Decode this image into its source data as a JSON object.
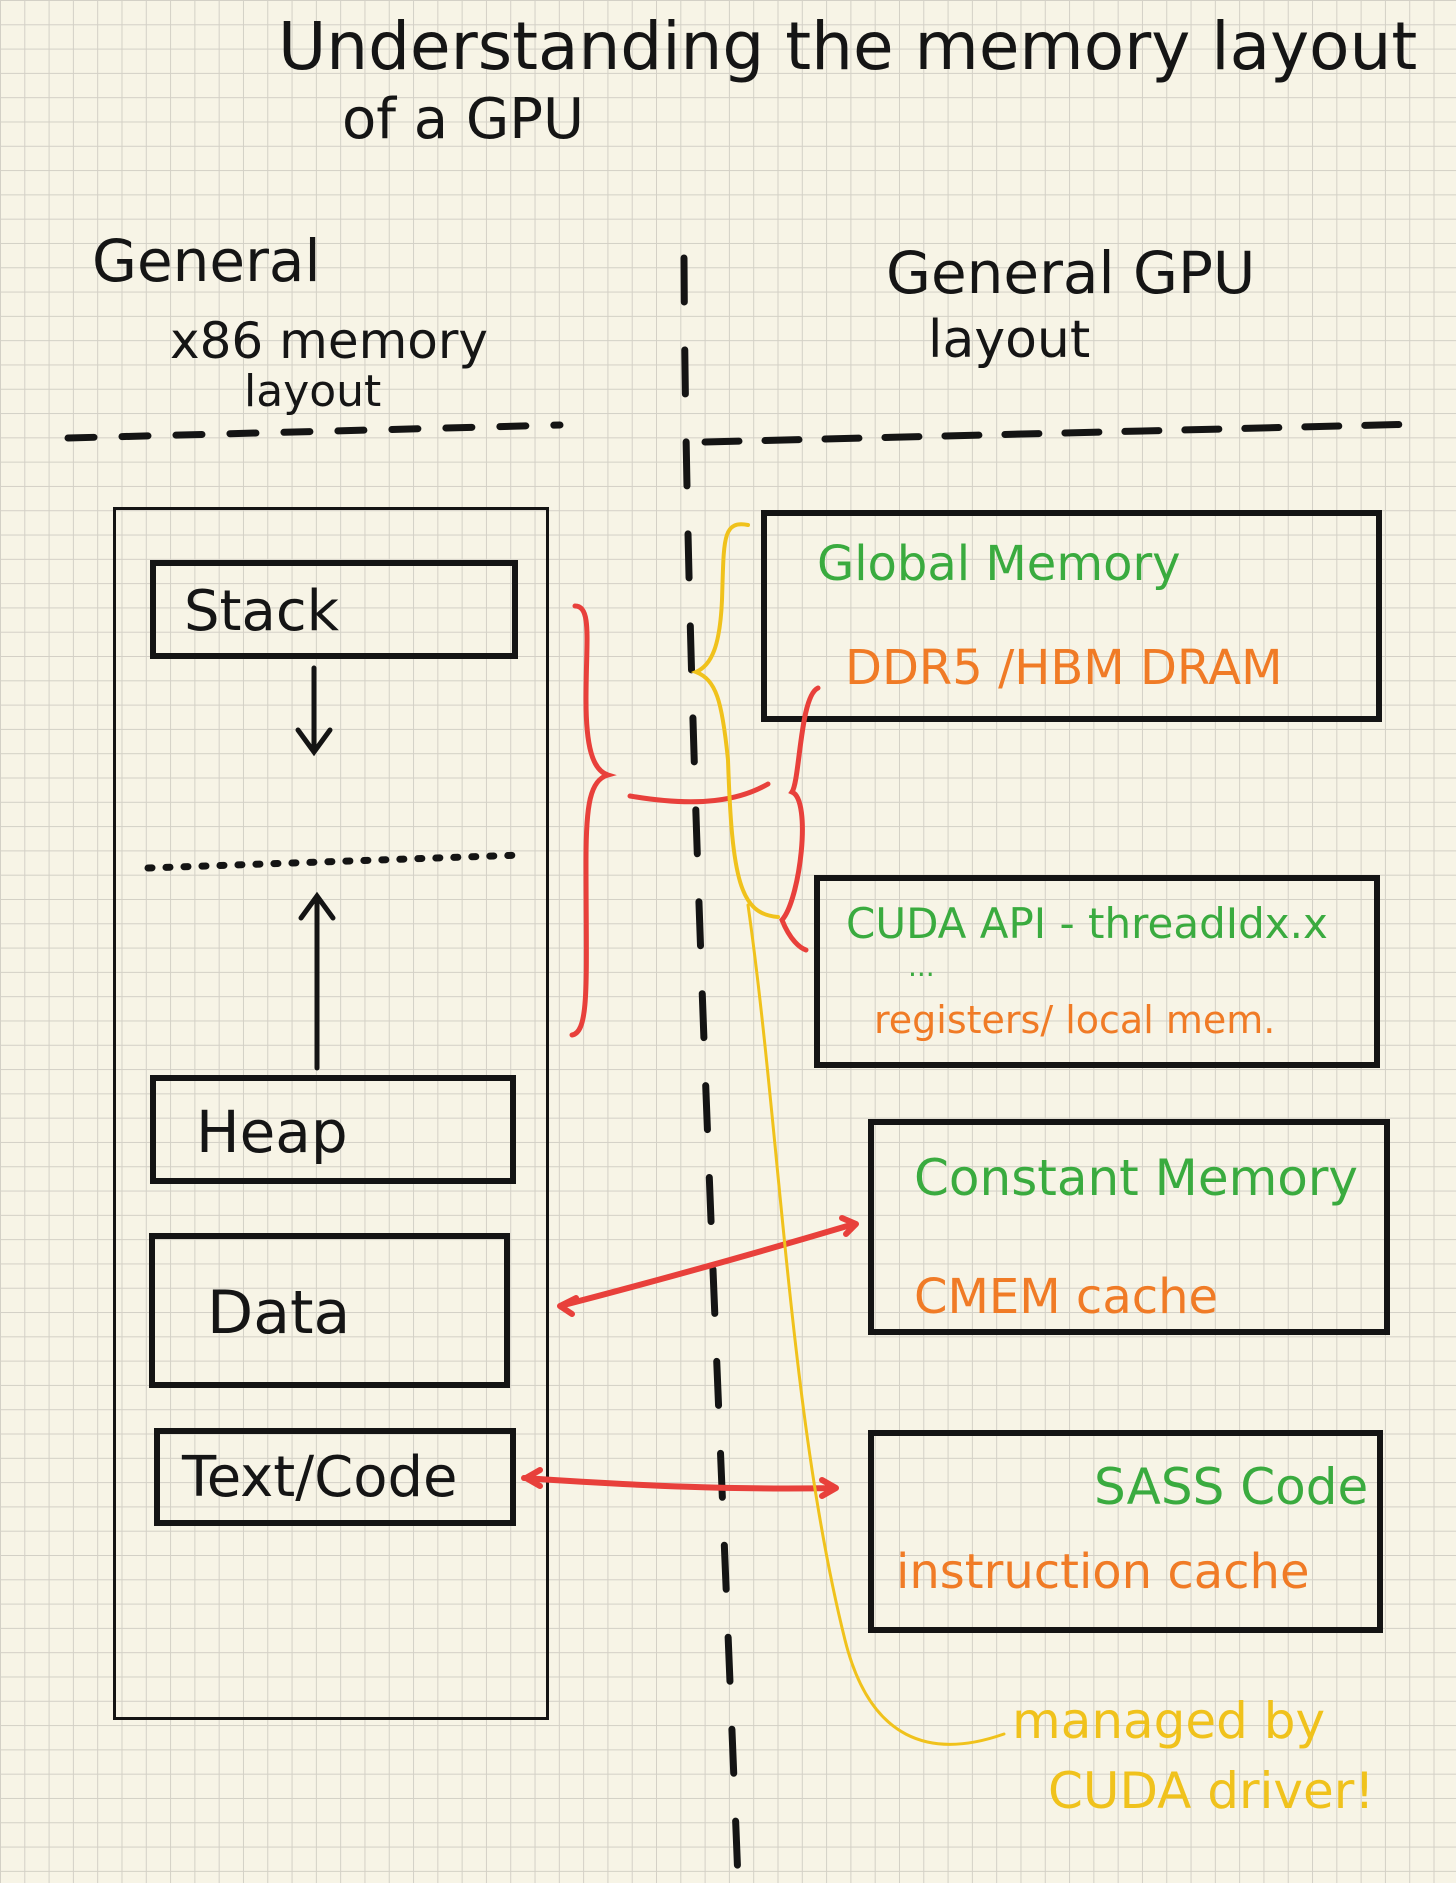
{
  "title": {
    "line1": "Understanding the memory layout",
    "line2": "of a GPU"
  },
  "left_header": {
    "line1": "General",
    "line2": "x86 memory",
    "line3": "layout"
  },
  "right_header": {
    "line1": "General GPU",
    "line2": "layout"
  },
  "x86_segments": {
    "stack": "Stack",
    "heap": "Heap",
    "data": "Data",
    "text_code": "Text/Code"
  },
  "gpu_blocks": {
    "global": {
      "label": "Global Memory",
      "sub": "DDR5 /HBM DRAM"
    },
    "cuda": {
      "label": "CUDA API - threadIdx.x",
      "ellipsis": "...",
      "sub": "registers/ local mem."
    },
    "constant": {
      "label": "Constant Memory",
      "sub": "CMEM cache"
    },
    "sass": {
      "label": "SASS Code",
      "sub": "instruction cache"
    }
  },
  "note": {
    "line1": "managed by",
    "line2": "CUDA driver!"
  },
  "colors": {
    "green": "#3aab3f",
    "orange": "#f07b26",
    "red": "#e8403b",
    "yellow": "#f0c21c",
    "ink": "#141414"
  }
}
